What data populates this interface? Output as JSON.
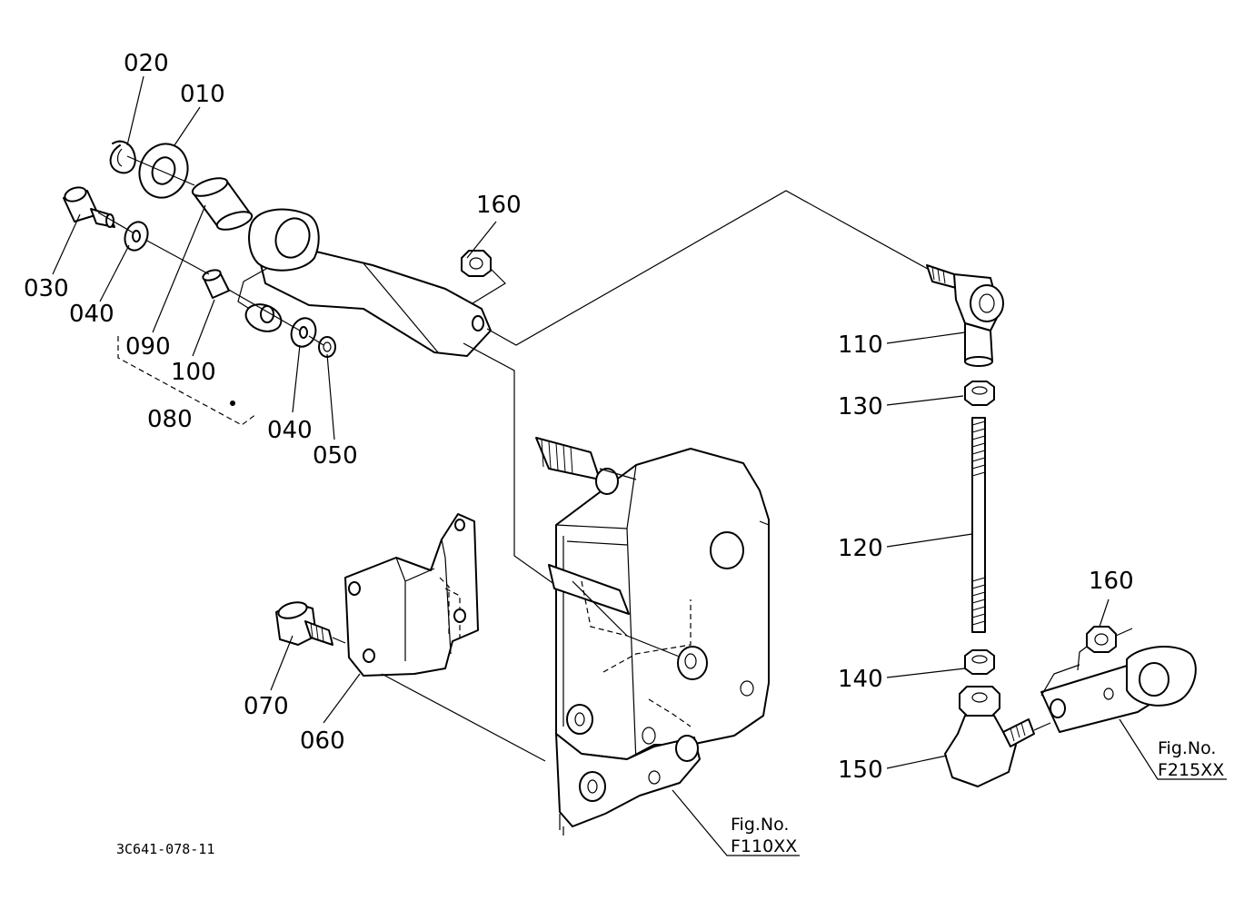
{
  "parts": {
    "p010": "010",
    "p020": "020",
    "p030": "030",
    "p040a": "040",
    "p040b": "040",
    "p050": "050",
    "p060": "060",
    "p070": "070",
    "p080": "080",
    "p090": "090",
    "p100": "100",
    "p110": "110",
    "p120": "120",
    "p130": "130",
    "p140": "140",
    "p150": "150",
    "p160a": "160",
    "p160b": "160"
  },
  "refs": {
    "f110": {
      "label": "Fig.No.",
      "code": "F110XX"
    },
    "f215": {
      "label": "Fig.No.",
      "code": "F215XX"
    }
  },
  "drawing_code": "3C641-078-11"
}
